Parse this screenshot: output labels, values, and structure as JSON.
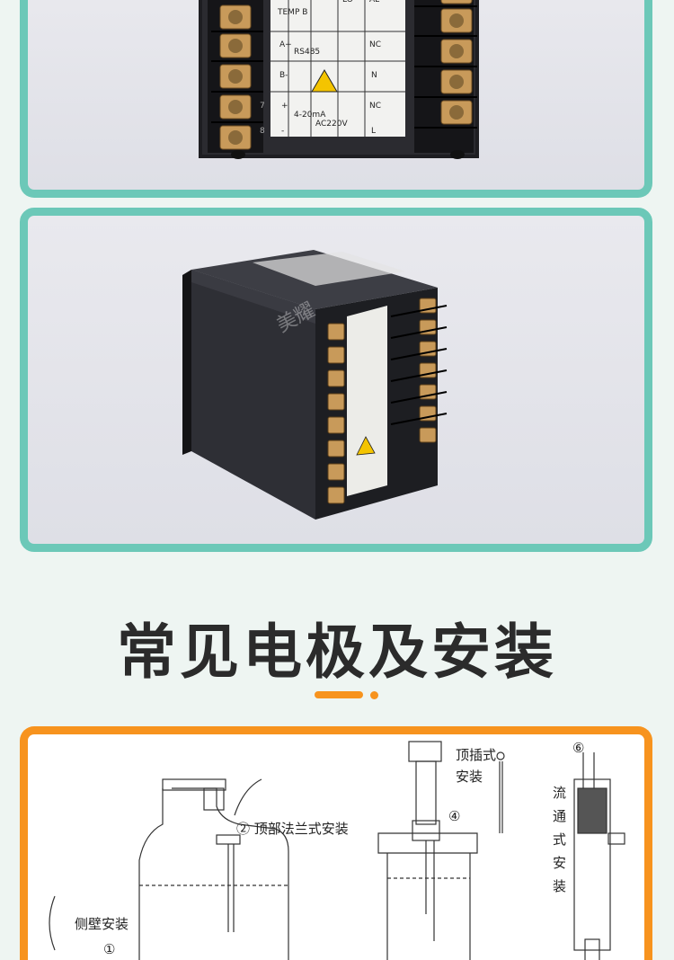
{
  "photo1": {
    "labels": {
      "temp": "TEMP B",
      "a_plus": "A+",
      "b_minus": "B-",
      "rs485": "RS485",
      "plus": "+",
      "minus": "-",
      "ma": "4-20mA",
      "ac220v": "AC220V",
      "lo": "LO",
      "al": "AL",
      "nc1": "NC",
      "n": "N",
      "nc2": "NC",
      "l": "L",
      "num7": "7",
      "num8": "8"
    }
  },
  "photo2": {
    "watermark": "美耀"
  },
  "section": {
    "title": "常见电极及安装"
  },
  "diagram": {
    "labels": {
      "top_flange": "② 顶部法兰式安装",
      "side_wall": "侧壁安装",
      "side_num": "①",
      "top_insert_1": "顶插式",
      "top_insert_2": "安装",
      "num4": "④",
      "num6": "⑥",
      "flow_1": "流",
      "flow_2": "通",
      "flow_3": "式",
      "flow_4": "安",
      "flow_5": "装"
    }
  },
  "colors": {
    "teal": "#6cc8b8",
    "orange": "#f7931e",
    "title": "#2b2b2b"
  }
}
